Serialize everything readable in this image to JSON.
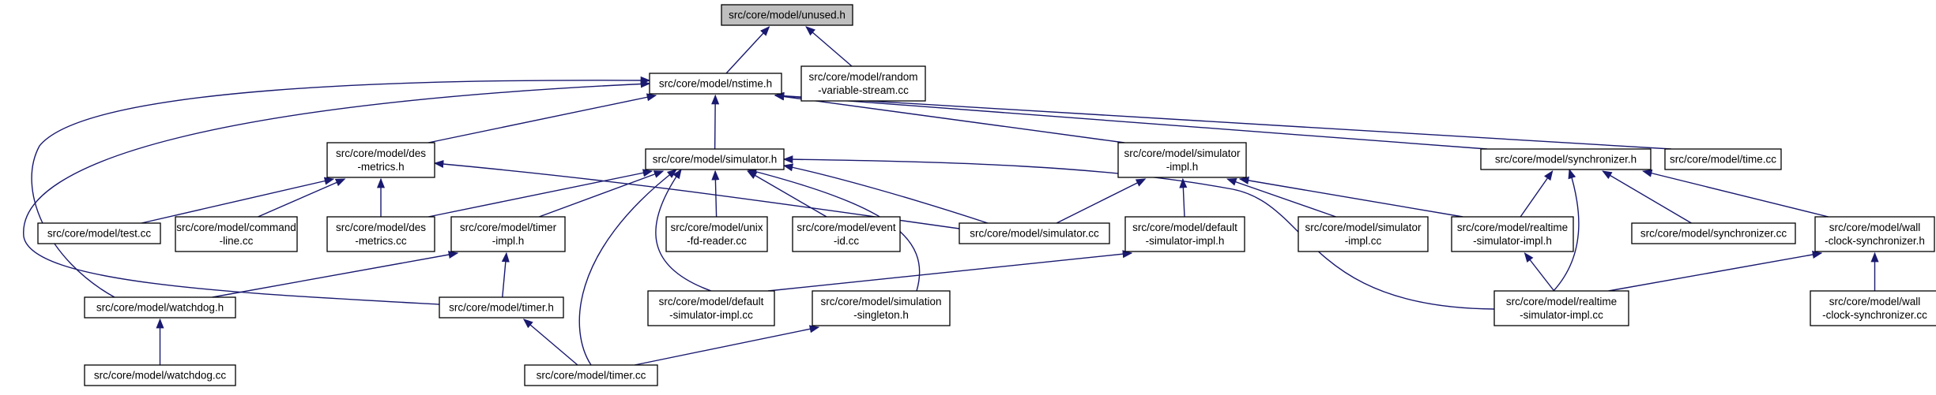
{
  "graph": {
    "nodes": [
      {
        "id": "unused",
        "lines": [
          "src/core/model/unused.h"
        ],
        "root": true
      },
      {
        "id": "nstime",
        "lines": [
          "src/core/model/nstime.h"
        ]
      },
      {
        "id": "random",
        "lines": [
          "src/core/model/random",
          "-variable-stream.cc"
        ]
      },
      {
        "id": "des_metrics_h",
        "lines": [
          "src/core/model/des",
          "-metrics.h"
        ]
      },
      {
        "id": "simulator_h",
        "lines": [
          "src/core/model/simulator.h"
        ]
      },
      {
        "id": "sim_impl_h",
        "lines": [
          "src/core/model/simulator",
          "-impl.h"
        ]
      },
      {
        "id": "sync_h",
        "lines": [
          "src/core/model/synchronizer.h"
        ]
      },
      {
        "id": "time_cc",
        "lines": [
          "src/core/model/time.cc"
        ]
      },
      {
        "id": "test_cc",
        "lines": [
          "src/core/model/test.cc"
        ]
      },
      {
        "id": "cmdline_cc",
        "lines": [
          "src/core/model/command",
          "-line.cc"
        ]
      },
      {
        "id": "des_metrics_cc",
        "lines": [
          "src/core/model/des",
          "-metrics.cc"
        ]
      },
      {
        "id": "timer_impl_h",
        "lines": [
          "src/core/model/timer",
          "-impl.h"
        ]
      },
      {
        "id": "unix_fd",
        "lines": [
          "src/core/model/unix",
          "-fd-reader.cc"
        ]
      },
      {
        "id": "event_id",
        "lines": [
          "src/core/model/event",
          "-id.cc"
        ]
      },
      {
        "id": "simulator_cc",
        "lines": [
          "src/core/model/simulator.cc"
        ]
      },
      {
        "id": "def_sim_impl_h",
        "lines": [
          "src/core/model/default",
          "-simulator-impl.h"
        ]
      },
      {
        "id": "sim_impl_cc",
        "lines": [
          "src/core/model/simulator",
          "-impl.cc"
        ]
      },
      {
        "id": "rt_sim_impl_h",
        "lines": [
          "src/core/model/realtime",
          "-simulator-impl.h"
        ]
      },
      {
        "id": "sync_cc",
        "lines": [
          "src/core/model/synchronizer.cc"
        ]
      },
      {
        "id": "wall_h",
        "lines": [
          "src/core/model/wall",
          "-clock-synchronizer.h"
        ]
      },
      {
        "id": "watchdog_h",
        "lines": [
          "src/core/model/watchdog.h"
        ]
      },
      {
        "id": "timer_h",
        "lines": [
          "src/core/model/timer.h"
        ]
      },
      {
        "id": "def_sim_impl_cc",
        "lines": [
          "src/core/model/default",
          "-simulator-impl.cc"
        ]
      },
      {
        "id": "sim_singleton",
        "lines": [
          "src/core/model/simulation",
          "-singleton.h"
        ]
      },
      {
        "id": "rt_sim_impl_cc",
        "lines": [
          "src/core/model/realtime",
          "-simulator-impl.cc"
        ]
      },
      {
        "id": "wall_cc",
        "lines": [
          "src/core/model/wall",
          "-clock-synchronizer.cc"
        ]
      },
      {
        "id": "watchdog_cc",
        "lines": [
          "src/core/model/watchdog.cc"
        ]
      },
      {
        "id": "timer_cc",
        "lines": [
          "src/core/model/timer.cc"
        ]
      }
    ],
    "edges": [
      [
        "unused",
        "nstime"
      ],
      [
        "unused",
        "random"
      ],
      [
        "nstime",
        "des_metrics_h"
      ],
      [
        "nstime",
        "simulator_h"
      ],
      [
        "nstime",
        "sim_impl_h"
      ],
      [
        "nstime",
        "sync_h"
      ],
      [
        "nstime",
        "time_cc"
      ],
      [
        "nstime",
        "watchdog_h"
      ],
      [
        "nstime",
        "timer_h"
      ],
      [
        "des_metrics_h",
        "test_cc"
      ],
      [
        "des_metrics_h",
        "cmdline_cc"
      ],
      [
        "des_metrics_h",
        "des_metrics_cc"
      ],
      [
        "des_metrics_h",
        "simulator_cc"
      ],
      [
        "simulator_h",
        "des_metrics_cc"
      ],
      [
        "simulator_h",
        "timer_impl_h"
      ],
      [
        "simulator_h",
        "unix_fd"
      ],
      [
        "simulator_h",
        "event_id"
      ],
      [
        "simulator_h",
        "simulator_cc"
      ],
      [
        "simulator_h",
        "def_sim_impl_cc"
      ],
      [
        "simulator_h",
        "sim_singleton"
      ],
      [
        "simulator_h",
        "timer_cc"
      ],
      [
        "simulator_h",
        "rt_sim_impl_cc"
      ],
      [
        "sim_impl_h",
        "simulator_cc"
      ],
      [
        "sim_impl_h",
        "def_sim_impl_h"
      ],
      [
        "sim_impl_h",
        "sim_impl_cc"
      ],
      [
        "sim_impl_h",
        "rt_sim_impl_h"
      ],
      [
        "sync_h",
        "rt_sim_impl_h"
      ],
      [
        "sync_h",
        "rt_sim_impl_cc"
      ],
      [
        "sync_h",
        "sync_cc"
      ],
      [
        "sync_h",
        "wall_h"
      ],
      [
        "timer_impl_h",
        "timer_h"
      ],
      [
        "timer_impl_h",
        "watchdog_h"
      ],
      [
        "def_sim_impl_h",
        "def_sim_impl_cc"
      ],
      [
        "rt_sim_impl_h",
        "rt_sim_impl_cc"
      ],
      [
        "wall_h",
        "rt_sim_impl_cc"
      ],
      [
        "wall_h",
        "wall_cc"
      ],
      [
        "watchdog_h",
        "watchdog_cc"
      ],
      [
        "timer_h",
        "timer_cc"
      ],
      [
        "sim_singleton",
        "timer_cc"
      ]
    ]
  }
}
